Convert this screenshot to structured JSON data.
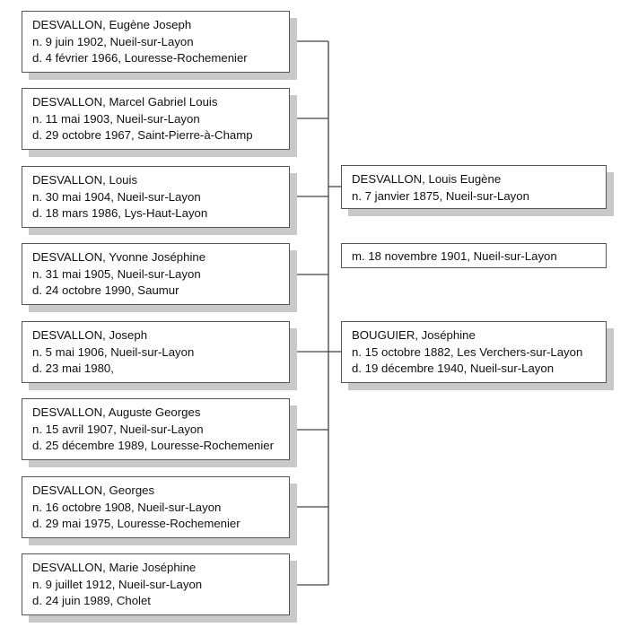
{
  "children": [
    {
      "name": "DESVALLON, Eugène Joseph",
      "birth": "n. 9 juin 1902, Nueil-sur-Layon",
      "death": "d. 4 février 1966, Louresse-Rochemenier"
    },
    {
      "name": "DESVALLON, Marcel Gabriel Louis",
      "birth": "n. 11 mai 1903, Nueil-sur-Layon",
      "death": "d. 29 octobre 1967, Saint-Pierre-à-Champ"
    },
    {
      "name": "DESVALLON, Louis",
      "birth": "n. 30 mai 1904, Nueil-sur-Layon",
      "death": "d. 18 mars 1986, Lys-Haut-Layon"
    },
    {
      "name": "DESVALLON, Yvonne Joséphine",
      "birth": "n. 31 mai 1905, Nueil-sur-Layon",
      "death": "d. 24 octobre 1990, Saumur"
    },
    {
      "name": "DESVALLON, Joseph",
      "birth": "n. 5 mai 1906, Nueil-sur-Layon",
      "death": "d. 23 mai 1980,"
    },
    {
      "name": "DESVALLON, Auguste Georges",
      "birth": "n. 15 avril 1907, Nueil-sur-Layon",
      "death": "d. 25 décembre 1989, Louresse-Rochemenier"
    },
    {
      "name": "DESVALLON, Georges",
      "birth": "n. 16 octobre 1908, Nueil-sur-Layon",
      "death": "d. 29 mai 1975, Louresse-Rochemenier"
    },
    {
      "name": "DESVALLON, Marie Joséphine",
      "birth": "n. 9 juillet 1912, Nueil-sur-Layon",
      "death": "d. 24 juin 1989, Cholet"
    }
  ],
  "father": {
    "name": "DESVALLON, Louis Eugène",
    "birth": "n. 7 janvier 1875, Nueil-sur-Layon"
  },
  "marriage": {
    "text": "m. 18 novembre 1901, Nueil-sur-Layon"
  },
  "mother": {
    "name": "BOUGUIER, Joséphine",
    "birth": "n. 15 octobre 1882, Les Verchers-sur-Layon",
    "death": "d. 19 décembre 1940, Nueil-sur-Layon"
  }
}
